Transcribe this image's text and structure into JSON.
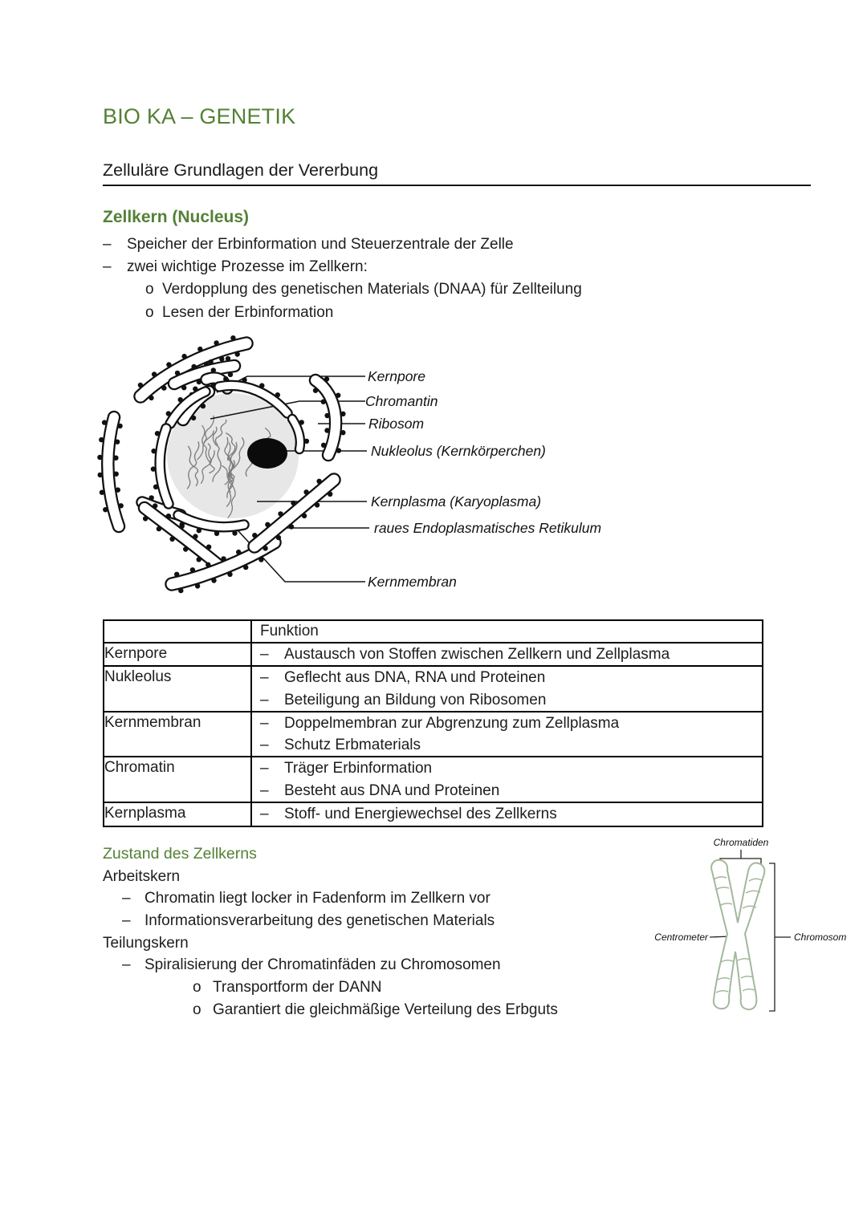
{
  "header": {
    "title": "BIO KA – GENETIK",
    "subtitle": "Zelluläre Grundlagen der Vererbung"
  },
  "markers": {
    "dash": "–",
    "circle": "o"
  },
  "zellkern": {
    "heading": "Zellkern (Nucleus)",
    "bullets": [
      "Speicher der Erbinformation und Steuerzentrale der Zelle",
      "zwei wichtige Prozesse im Zellkern:"
    ],
    "sub_bullets": [
      "Verdopplung des genetischen Materials (DNAA) für Zellteilung",
      "Lesen der Erbinformation"
    ]
  },
  "nucleus_diagram": {
    "labels": {
      "kernpore": "Kernpore",
      "chromantin": "Chromantin",
      "ribosom": "Ribosom",
      "nukleolus": "Nukleolus (Kernkörperchen)",
      "kernplasma": "Kernplasma (Karyoplasma)",
      "raues_er": "raues Endoplasmatisches Retikulum",
      "kernmembran": "Kernmembran"
    }
  },
  "table": {
    "header_funktion": "Funktion",
    "rows": [
      {
        "name": "Kernpore",
        "items": [
          "Austausch von Stoffen zwischen Zellkern und Zellplasma"
        ]
      },
      {
        "name": "Nukleolus",
        "items": [
          "Geflecht aus DNA, RNA und Proteinen",
          "Beteiligung an Bildung von Ribosomen"
        ]
      },
      {
        "name": "Kernmembran",
        "items": [
          "Doppelmembran zur Abgrenzung zum Zellplasma",
          "Schutz Erbmaterials"
        ]
      },
      {
        "name": "Chromatin",
        "items": [
          "Träger Erbinformation",
          "Besteht aus DNA und Proteinen"
        ]
      },
      {
        "name": "Kernplasma",
        "items": [
          "Stoff- und Energiewechsel des Zellkerns"
        ]
      }
    ]
  },
  "zustand": {
    "heading": "Zustand des Zellkerns",
    "arbeitskern": {
      "label": "Arbeitskern",
      "bullets": [
        "Chromatin liegt locker in Fadenform im Zellkern vor",
        "Informationsverarbeitung des genetischen Materials"
      ]
    },
    "teilungskern": {
      "label": "Teilungskern",
      "bullet": "Spiralisierung der Chromatinfäden zu Chromosomen",
      "sub_bullets": [
        "Transportform der DANN",
        "Garantiert die gleichmäßige Verteilung des Erbguts"
      ]
    }
  },
  "chromosome_diagram": {
    "labels": {
      "top": "Chromatiden",
      "left": "Centrometer",
      "right": "Chromosom"
    }
  },
  "colors": {
    "heading_green": "#538135",
    "chromosome_green": "#a3b89d"
  }
}
